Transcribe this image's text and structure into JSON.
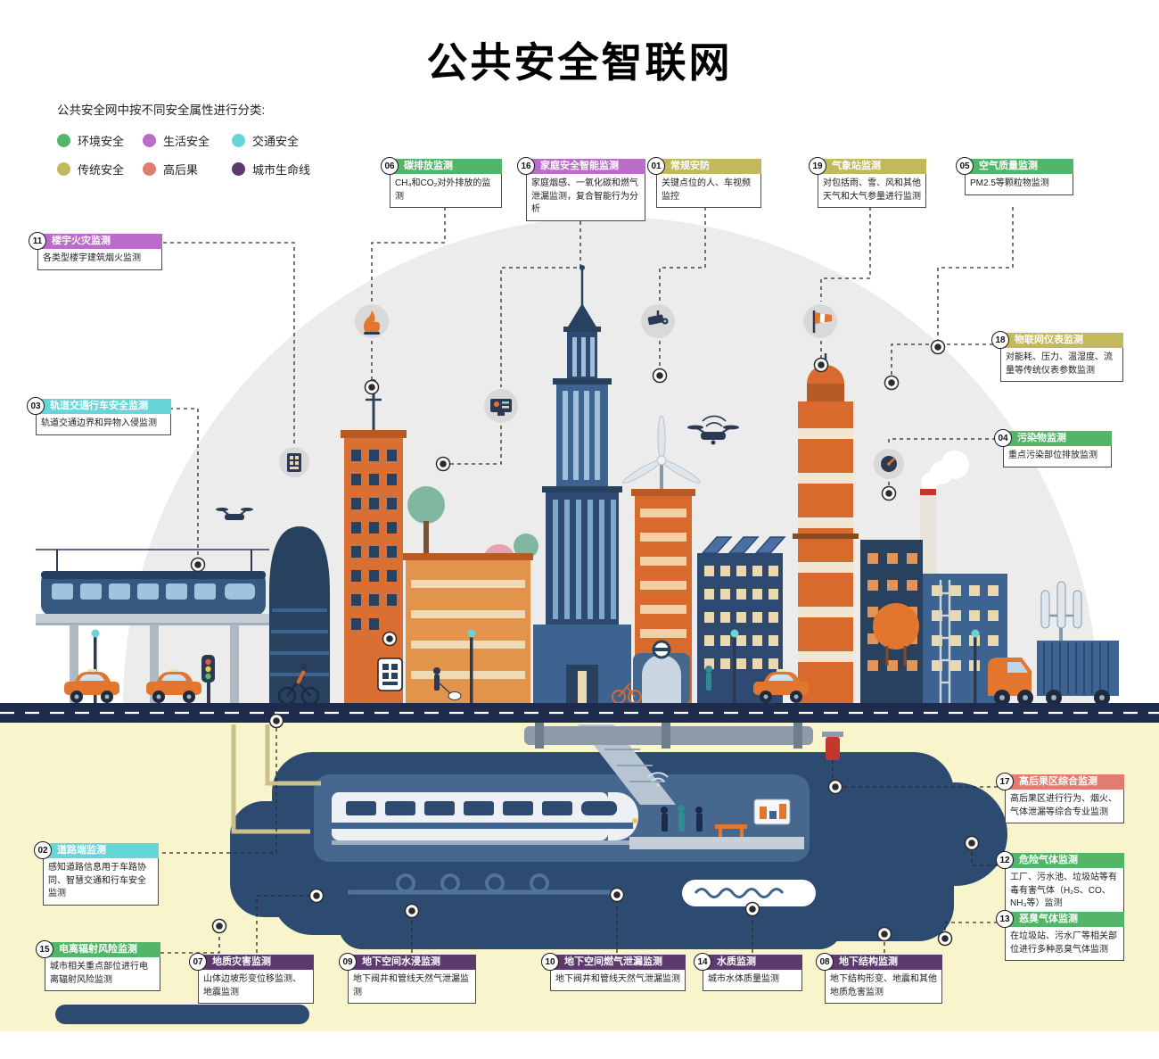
{
  "title": "公共安全智联网",
  "legend": {
    "heading": "公共安全网中按不同安全属性进行分类:",
    "items": [
      {
        "label": "环境安全",
        "color": "#53b567"
      },
      {
        "label": "生活安全",
        "color": "#bb6bc9"
      },
      {
        "label": "交通安全",
        "color": "#66d6d9"
      },
      {
        "label": "传统安全",
        "color": "#c2b95d"
      },
      {
        "label": "高后果",
        "color": "#e07d6e"
      },
      {
        "label": "城市生命线",
        "color": "#5c3a6d"
      }
    ]
  },
  "callouts": [
    {
      "num": "06",
      "title": "碳排放监测",
      "category": "环境安全",
      "color": "#53b567",
      "desc": "CH₄和CO₂对外排放的监测"
    },
    {
      "num": "16",
      "title": "家庭安全智能监测",
      "category": "生活安全",
      "color": "#bb6bc9",
      "desc": "家庭烟感、一氧化碳和燃气泄漏监测，复合智能行为分析"
    },
    {
      "num": "01",
      "title": "常规安防",
      "category": "传统安全",
      "color": "#c2b95d",
      "desc": "关键点位的人、车视频监控"
    },
    {
      "num": "19",
      "title": "气象站监测",
      "category": "传统安全",
      "color": "#c2b95d",
      "desc": "对包括雨、雪、风和其他天气和大气参量进行监测"
    },
    {
      "num": "05",
      "title": "空气质量监测",
      "category": "环境安全",
      "color": "#53b567",
      "desc": "PM2.5等颗粒物监测"
    },
    {
      "num": "11",
      "title": "楼宇火灾监测",
      "category": "生活安全",
      "color": "#bb6bc9",
      "desc": "各类型楼宇建筑烟火监测"
    },
    {
      "num": "18",
      "title": "物联网仪表监测",
      "category": "传统安全",
      "color": "#c2b95d",
      "desc": "对能耗、压力、温湿度、流量等传统仪表参数监测"
    },
    {
      "num": "03",
      "title": "轨道交通行车安全监测",
      "category": "交通安全",
      "color": "#66d6d9",
      "desc": "轨道交通边界和异物入侵监测"
    },
    {
      "num": "04",
      "title": "污染物监测",
      "category": "环境安全",
      "color": "#53b567",
      "desc": "重点污染部位排放监测"
    },
    {
      "num": "17",
      "title": "高后果区综合监测",
      "category": "高后果",
      "color": "#e07d6e",
      "desc": "高后果区进行行为、烟火、气体泄漏等综合专业监测"
    },
    {
      "num": "02",
      "title": "道路端监测",
      "category": "交通安全",
      "color": "#66d6d9",
      "desc": "感知道路信息用于车路协同、智慧交通和行车安全监测"
    },
    {
      "num": "12",
      "title": "危险气体监测",
      "category": "环境安全",
      "color": "#53b567",
      "desc": "工厂、污水池、垃圾站等有毒有害气体（H₂S、CO、NH₃等）监测"
    },
    {
      "num": "13",
      "title": "恶臭气体监测",
      "category": "环境安全",
      "color": "#53b567",
      "desc": "在垃圾站、污水厂等相关部位进行多种恶臭气体监测"
    },
    {
      "num": "15",
      "title": "电离辐射风险监测",
      "category": "环境安全",
      "color": "#53b567",
      "desc": "城市相关重点部位进行电离辐射风险监测"
    },
    {
      "num": "07",
      "title": "地质灾害监测",
      "category": "城市生命线",
      "color": "#5c3a6d",
      "desc": "山体边坡形变位移监测、地震监测"
    },
    {
      "num": "09",
      "title": "地下空间水浸监测",
      "category": "城市生命线",
      "color": "#5c3a6d",
      "desc": "地下阀井和管线天然气泄漏监测"
    },
    {
      "num": "10",
      "title": "地下空间燃气泄漏监测",
      "category": "城市生命线",
      "color": "#5c3a6d",
      "desc": "地下阀井和管线天然气泄漏监测"
    },
    {
      "num": "14",
      "title": "水质监测",
      "category": "城市生命线",
      "color": "#5c3a6d",
      "desc": "城市水体质量监测"
    },
    {
      "num": "08",
      "title": "地下结构监测",
      "category": "城市生命线",
      "color": "#5c3a6d",
      "desc": "地下结构形变、地震和其他地质危害监测"
    }
  ],
  "illustration_icons": [
    "flame-stove-icon",
    "smart-monitor-icon",
    "cctv-camera-icon",
    "windsock-icon",
    "gauge-icon",
    "building-meter-icon"
  ]
}
